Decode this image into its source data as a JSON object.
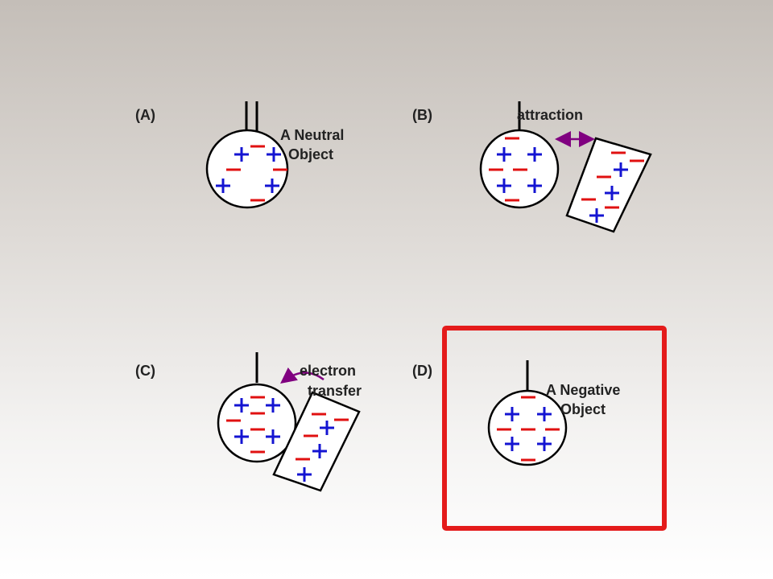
{
  "colors": {
    "positive": "#1414d2",
    "negative": "#e01010",
    "arrow": "#800080",
    "highlight": "#e41b1b",
    "outline": "#000000"
  },
  "panels": {
    "a": {
      "label": "(A)",
      "caption_line1": "A Neutral",
      "caption_line2": "Object"
    },
    "b": {
      "label": "(B)",
      "caption": "attraction"
    },
    "c": {
      "label": "(C)",
      "caption_line1": "electron",
      "caption_line2": "transfer"
    },
    "d": {
      "label": "(D)",
      "caption_line1": "A Negative",
      "caption_line2": "Object"
    }
  }
}
